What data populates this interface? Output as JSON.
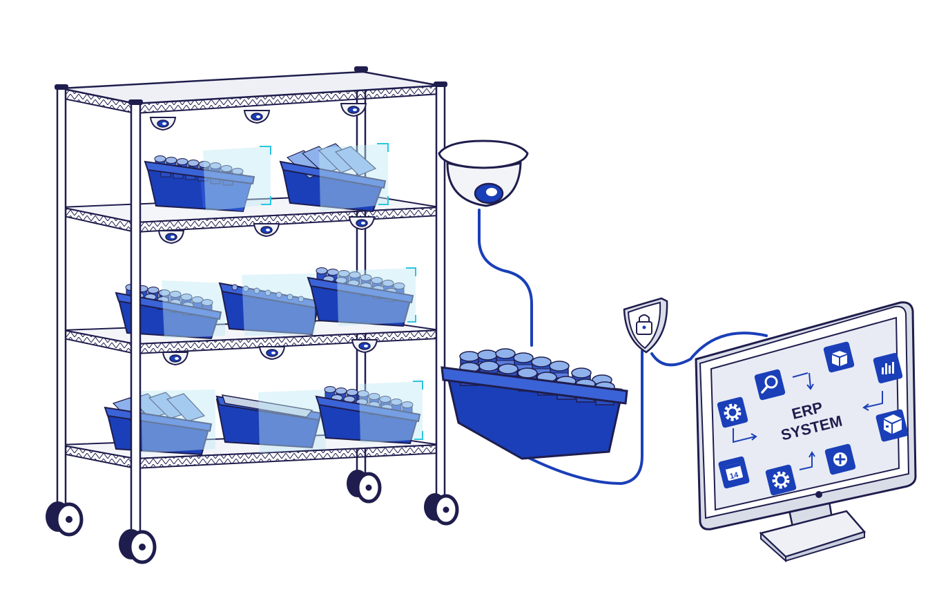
{
  "monitor": {
    "title_line1": "ERP",
    "title_line2": "SYSTEM",
    "calendar_day": "14"
  },
  "colors": {
    "outline": "#1f1d4d",
    "blue": "#1a3fb8",
    "blue_light": "#3b63d8",
    "blue_pale": "#8fb2ec",
    "glass": "#bfe8f5",
    "scan": "#29c6e0",
    "screen": "#e8ebf4"
  },
  "icons": [
    "shelving-cart-icon",
    "dome-camera-icon",
    "security-shield-lock-icon",
    "search-icon",
    "box-icon",
    "bar-chart-icon",
    "gear-icon",
    "calendar-icon",
    "add-icon",
    "delivery-box-icon"
  ]
}
